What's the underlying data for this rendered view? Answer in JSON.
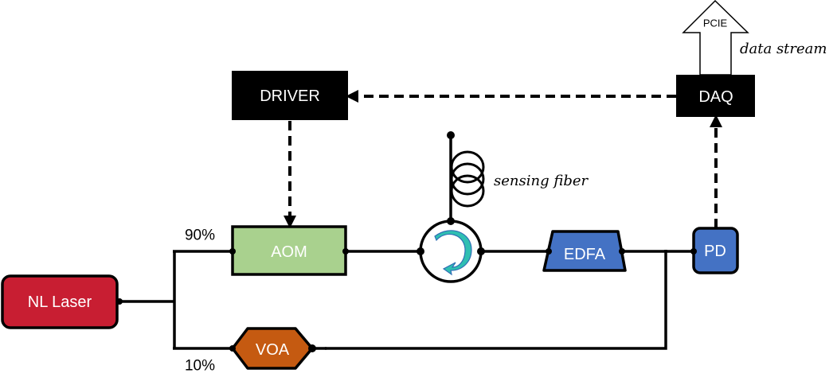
{
  "diagram": {
    "title": "Optical sensing system block diagram",
    "components": {
      "laser": {
        "label": "NL Laser",
        "color": "#c81e32"
      },
      "aom": {
        "label": "AOM",
        "color": "#a9d18e"
      },
      "voa": {
        "label": "VOA",
        "color": "#c55a11"
      },
      "circulator": {
        "label": "",
        "arrow_color": "#2fbfb2"
      },
      "edfa": {
        "label": "EDFA",
        "color": "#4472c4"
      },
      "pd": {
        "label": "PD",
        "color": "#4472c4"
      },
      "driver": {
        "label": "DRIVER",
        "color": "#000000"
      },
      "daq": {
        "label": "DAQ",
        "color": "#000000"
      },
      "pcie": {
        "label": "PCIE"
      }
    },
    "annotations": {
      "split_high": "90%",
      "split_low": "10%",
      "sensing_fiber": "sensing fiber",
      "data_stream": "data stream"
    },
    "connections": [
      {
        "from": "NL Laser",
        "to": "AOM",
        "type": "optical",
        "note": "90%"
      },
      {
        "from": "NL Laser",
        "to": "VOA",
        "type": "optical",
        "note": "10%"
      },
      {
        "from": "AOM",
        "to": "circulator",
        "type": "optical"
      },
      {
        "from": "circulator",
        "to": "sensing fiber",
        "type": "optical"
      },
      {
        "from": "circulator",
        "to": "EDFA",
        "type": "optical"
      },
      {
        "from": "EDFA",
        "to": "PD",
        "type": "optical"
      },
      {
        "from": "VOA",
        "to": "PD",
        "type": "optical"
      },
      {
        "from": "PD",
        "to": "DAQ",
        "type": "electrical-dashed"
      },
      {
        "from": "DAQ",
        "to": "DRIVER",
        "type": "electrical-dashed"
      },
      {
        "from": "DRIVER",
        "to": "AOM",
        "type": "electrical-dashed"
      },
      {
        "from": "DAQ",
        "to": "PCIE",
        "type": "data"
      }
    ]
  }
}
